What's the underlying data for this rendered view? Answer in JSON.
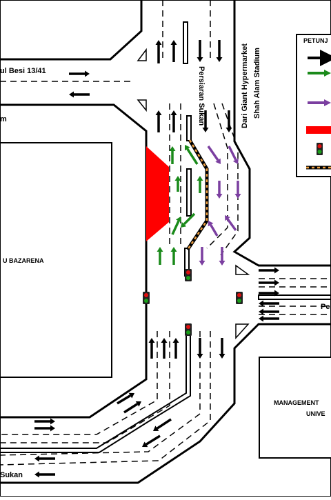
{
  "colors": {
    "through": "#000000",
    "left_turn": "#1a8a1a",
    "right_turn": "#7b3fa0",
    "closed": "#ff0000",
    "signal_red": "#e01010",
    "signal_green": "#1aa01a",
    "path_orange": "#f0a040"
  },
  "labels": {
    "road_west_top": "ul Besi 13/41",
    "road_west_mid": "m",
    "road_north": "Persiaran Sukan",
    "road_north_dir_1": "Dari Giant Hypermarket",
    "road_north_dir_2": "Shah Alam Stadium",
    "building_west": "U BAZARENA",
    "road_east": "Pe",
    "building_east_1": "MANAGEMENT",
    "building_east_2": "UNIVE",
    "road_south_west": "Sukan"
  },
  "legend": {
    "title": "PETUNJ",
    "items": [
      {
        "name": "legend-through-arrow",
        "color_key": "through"
      },
      {
        "name": "legend-left-turn-arrow",
        "color_key": "left_turn"
      },
      {
        "name": "legend-right-turn-arrow",
        "color_key": "right_turn"
      },
      {
        "name": "legend-closed-area",
        "color_key": "closed"
      },
      {
        "name": "legend-traffic-light",
        "color_key": "signal_red"
      },
      {
        "name": "legend-median-path",
        "color_key": "path_orange"
      }
    ]
  },
  "icons": {
    "traffic_light": "traffic-light-icon",
    "arrow": "arrow-icon"
  }
}
